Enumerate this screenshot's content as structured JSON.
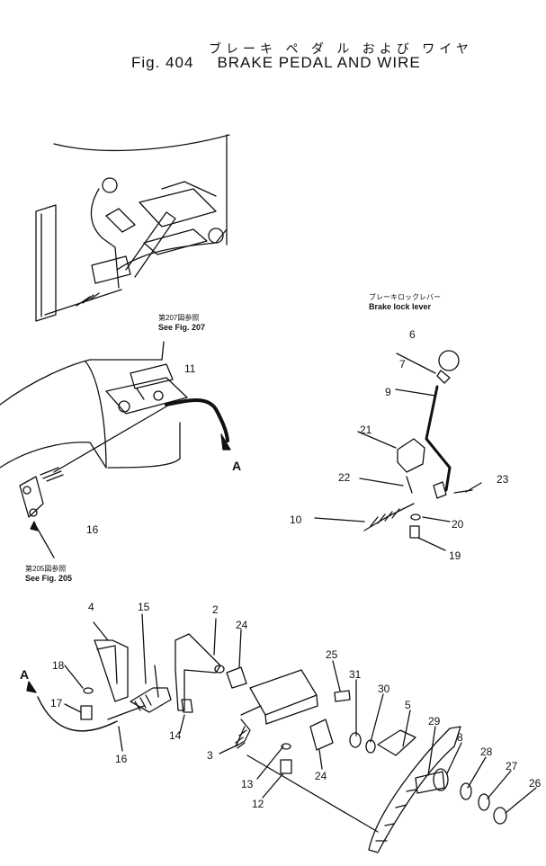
{
  "title": {
    "japanese": "ブレーキ ペ ダ ル および ワイヤ",
    "figure": "Fig. 404",
    "english": "BRAKE PEDAL AND WIRE"
  },
  "references": {
    "fig207": {
      "japanese": "第207図参照",
      "english": "See Fig. 207"
    },
    "fig205": {
      "japanese": "第205図参照",
      "english": "See Fig. 205"
    },
    "brake_lock_lever": {
      "japanese": "ブレーキロックレバー",
      "english": "Brake lock lever"
    }
  },
  "connector_marks": {
    "a_upper": "A",
    "a_lower": "A"
  },
  "part_numbers": {
    "p11": "11",
    "p16_upper": "16",
    "p6": "6",
    "p7": "7",
    "p9": "9",
    "p21": "21",
    "p22": "22",
    "p23": "23",
    "p10": "10",
    "p20": "20",
    "p19": "19",
    "p4": "4",
    "p15": "15",
    "p2": "2",
    "p24_upper": "24",
    "p18": "18",
    "p17": "17",
    "p14": "14",
    "p16_lower": "16",
    "p3": "3",
    "p13": "13",
    "p12": "12",
    "p24_lower": "24",
    "p25": "25",
    "p31": "31",
    "p30": "30",
    "p5": "5",
    "p29": "29",
    "p8": "8",
    "p28": "28",
    "p27": "27",
    "p26": "26"
  }
}
